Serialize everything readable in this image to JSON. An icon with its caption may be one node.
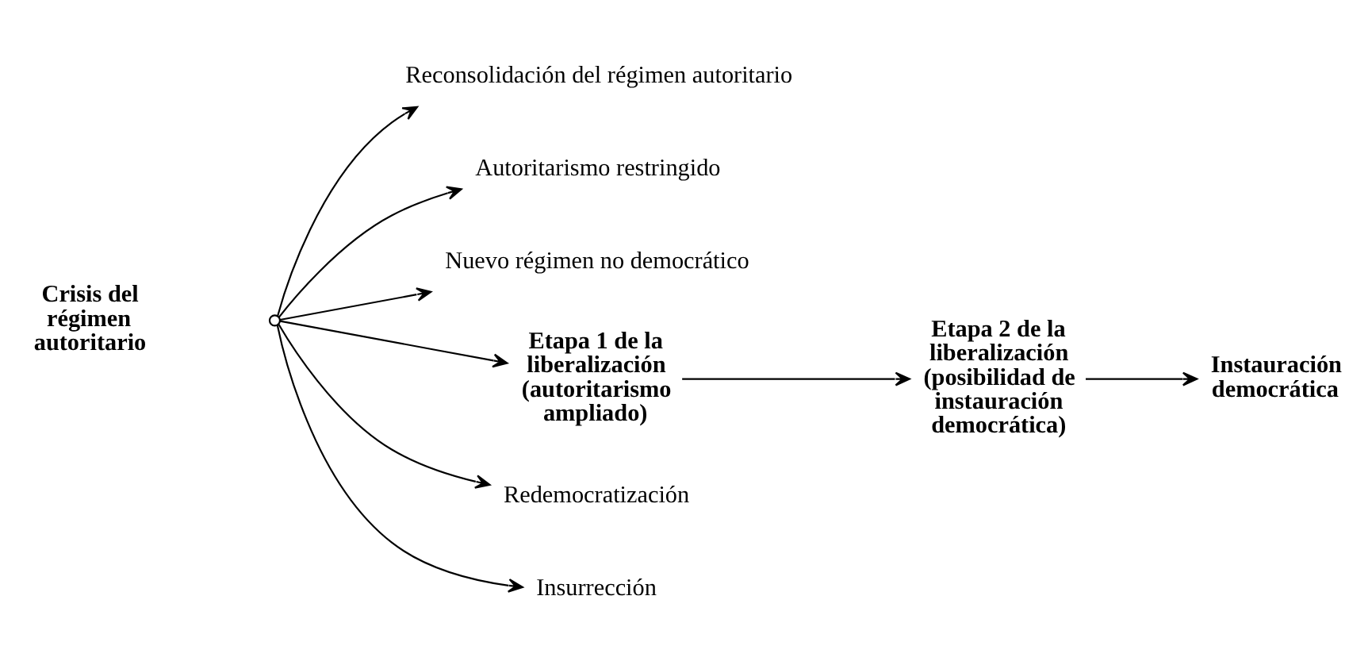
{
  "diagram": {
    "nodes": [
      {
        "text": [
          "Crisis del régimen autoritario"
        ]
      },
      {
        "text": [],
        "shape": "circle"
      },
      {
        "text": [
          "Reconsolidación del régimen autoritario"
        ]
      },
      {
        "text": [
          "Autoritarismo restringido"
        ]
      },
      {
        "text": [
          "Nuevo régimen no democrático"
        ]
      },
      {
        "text": [
          "Etapa 1 de la liberalización (autoritarismo ampliado)"
        ]
      },
      {
        "text": [
          "Etapa 2 de la liberalización (posibilidad de instauración democrática)"
        ]
      },
      {
        "text": [
          "Instauración democrática"
        ]
      },
      {
        "text": [
          "Redemocratización"
        ]
      },
      {
        "text": [
          "Insurrección"
        ]
      }
    ],
    "edges": [
      {
        "from": 1,
        "to": 2,
        "arrow": "to"
      },
      {
        "from": 1,
        "to": 3,
        "arrow": "to"
      },
      {
        "from": 1,
        "to": 4,
        "arrow": "to"
      },
      {
        "from": 1,
        "to": 5,
        "arrow": "to"
      },
      {
        "from": 1,
        "to": 8,
        "arrow": "to"
      },
      {
        "from": 1,
        "to": 9,
        "arrow": "to"
      },
      {
        "from": 5,
        "to": 6,
        "arrow": "to"
      },
      {
        "from": 6,
        "to": 7,
        "arrow": "to"
      }
    ]
  }
}
